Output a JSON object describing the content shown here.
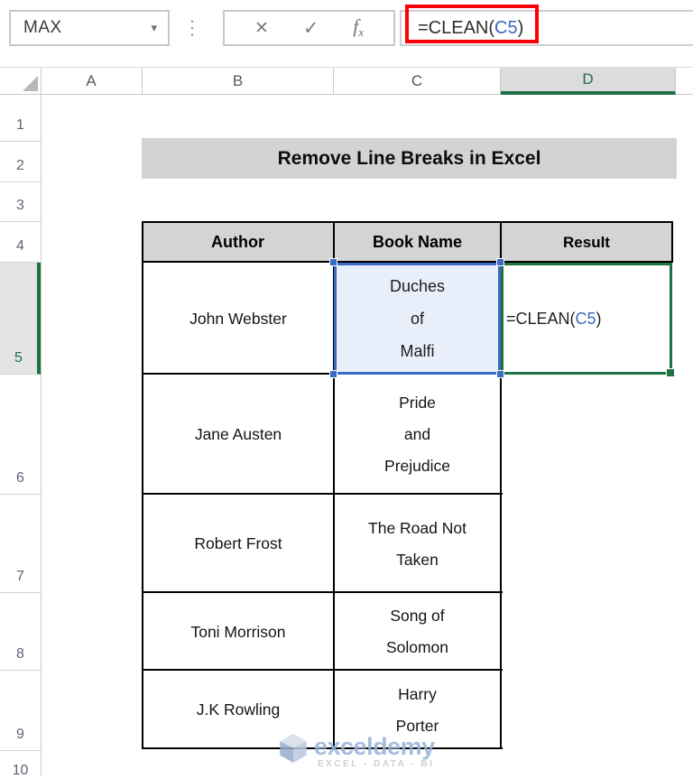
{
  "chrome": {
    "name_box_value": "MAX",
    "formula": {
      "prefix": "=CLEAN(",
      "ref": "C5",
      "close": ")"
    }
  },
  "icons": {
    "dropdown": "▾",
    "splitter": "⋮",
    "cancel": "✕",
    "enter": "✓",
    "fx_f": "f",
    "fx_x": "x"
  },
  "grid": {
    "col_labels": [
      "A",
      "B",
      "C",
      "D"
    ],
    "row_labels": [
      "1",
      "2",
      "3",
      "4",
      "5",
      "6",
      "7",
      "8",
      "9",
      "10"
    ],
    "selected_col": "D",
    "selected_row": "5"
  },
  "sheet": {
    "title": "Remove Line Breaks in Excel",
    "table": {
      "headers": [
        "Author",
        "Book Name",
        "Result"
      ],
      "rows": [
        {
          "author": "John Webster",
          "book": [
            "Duches",
            "of",
            "Malfi"
          ],
          "result": {
            "prefix": "=CLEAN(",
            "ref": "C5",
            "close": ")"
          }
        },
        {
          "author": "Jane Austen",
          "book": [
            "Pride",
            "and",
            "Prejudice"
          ]
        },
        {
          "author": "Robert Frost",
          "book": [
            "The Road Not",
            "Taken"
          ]
        },
        {
          "author": "Toni Morrison",
          "book": [
            "Song of",
            "Solomon"
          ]
        },
        {
          "author": "J.K Rowling",
          "book": [
            "Harry",
            "Porter"
          ]
        }
      ]
    }
  },
  "watermark": {
    "brand": "exceldemy",
    "tagline": "EXCEL - DATA - BI"
  },
  "colors": {
    "excel_green": "#1E7145",
    "selection_blue": "#3A6BC4",
    "selection_fill": "#E9EFFA",
    "annotation_red": "#FB0007",
    "reference_blue": "#3A68BF",
    "table_header_gray": "#D4D4D4",
    "banner_gray": "#D3D3D3",
    "watermark_blue": "#98B2D8"
  }
}
